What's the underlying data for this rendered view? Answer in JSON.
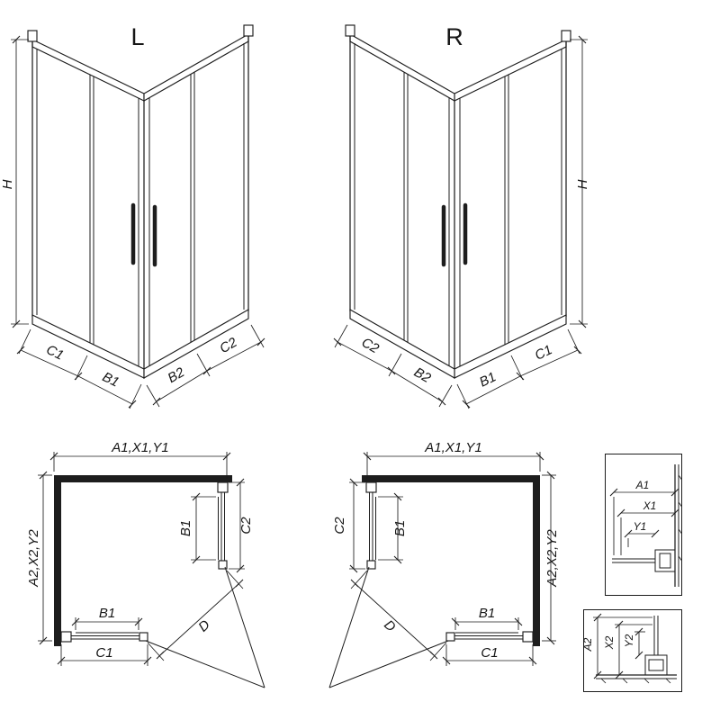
{
  "page": {
    "background": "#ffffff",
    "ink": "#1d1d1d"
  },
  "iso_views": {
    "left": {
      "variant": "L",
      "height": "H",
      "bottom_dims": [
        "C1",
        "B1",
        "B2",
        "C2"
      ]
    },
    "right": {
      "variant": "R",
      "height": "H",
      "bottom_dims": [
        "C2",
        "B2",
        "B1",
        "C1"
      ]
    }
  },
  "plan_views": {
    "left": {
      "width_dim": "A1,X1,Y1",
      "depth_dim": "A2,X2,Y2",
      "door_side_dim": "B1",
      "panel_side_dim": "C2",
      "door_front_dim": "B1",
      "panel_front_dim": "C1",
      "entry_dim": "D"
    },
    "right": {
      "width_dim": "A1,X1,Y1",
      "depth_dim": "A2,X2,Y2",
      "door_side_dim": "B1",
      "panel_side_dim": "C2",
      "door_front_dim": "B1",
      "panel_front_dim": "C1",
      "entry_dim": "D"
    }
  },
  "details": {
    "width_profile": {
      "dims": [
        "A1",
        "X1",
        "Y1"
      ]
    },
    "depth_profile": {
      "dims": [
        "A2",
        "X2",
        "Y2"
      ]
    }
  }
}
